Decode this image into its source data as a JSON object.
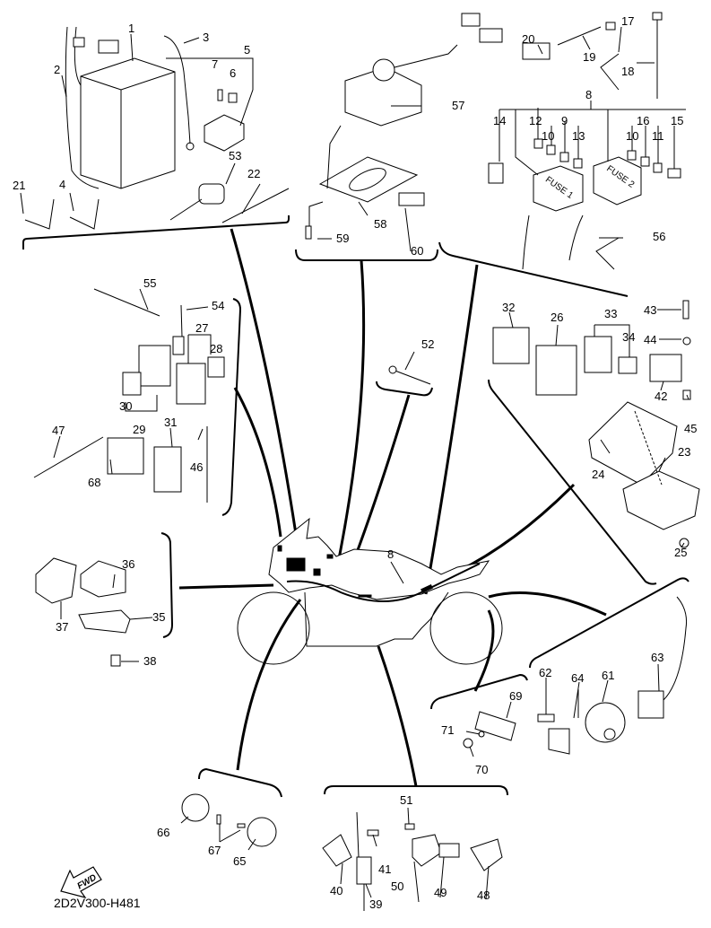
{
  "diagram": {
    "title": "Electrical parts exploded view",
    "drawing_code": "2D2V300-H481",
    "fwd_arrow_label": "FWD",
    "fuse_box_labels": [
      "FUSE 1",
      "FUSE 2"
    ],
    "harness_label": "8",
    "callouts": [
      {
        "id": "1",
        "part": "battery"
      },
      {
        "id": "2",
        "part": "battery-breather-hose-lead"
      },
      {
        "id": "3",
        "part": "battery-lead"
      },
      {
        "id": "4",
        "part": "band"
      },
      {
        "id": "5",
        "part": "starter-relay-assembly"
      },
      {
        "id": "6",
        "part": "fuse"
      },
      {
        "id": "7",
        "part": "bolt"
      },
      {
        "id": "8",
        "part": "wire-harness"
      },
      {
        "id": "9",
        "part": "fuse"
      },
      {
        "id": "10",
        "part": "fuse"
      },
      {
        "id": "11",
        "part": "fuse"
      },
      {
        "id": "12",
        "part": "fuse"
      },
      {
        "id": "13",
        "part": "fuse"
      },
      {
        "id": "14",
        "part": "connector"
      },
      {
        "id": "15",
        "part": "connector"
      },
      {
        "id": "16",
        "part": "fuse"
      },
      {
        "id": "17",
        "part": "band"
      },
      {
        "id": "18",
        "part": "band"
      },
      {
        "id": "19",
        "part": "band"
      },
      {
        "id": "20",
        "part": "relay"
      },
      {
        "id": "21",
        "part": "band"
      },
      {
        "id": "22",
        "part": "band"
      },
      {
        "id": "23",
        "part": "ecu"
      },
      {
        "id": "24",
        "part": "cover"
      },
      {
        "id": "25",
        "part": "nut"
      },
      {
        "id": "26",
        "part": "relay"
      },
      {
        "id": "27",
        "part": "relay-assembly"
      },
      {
        "id": "28",
        "part": "relay-cover"
      },
      {
        "id": "29",
        "part": "relay-assembly"
      },
      {
        "id": "30",
        "part": "relay-cover"
      },
      {
        "id": "31",
        "part": "relay"
      },
      {
        "id": "32",
        "part": "relay"
      },
      {
        "id": "33",
        "part": "relay-assembly"
      },
      {
        "id": "34",
        "part": "cover"
      },
      {
        "id": "35",
        "part": "holder"
      },
      {
        "id": "36",
        "part": "sensor"
      },
      {
        "id": "37",
        "part": "cover"
      },
      {
        "id": "38",
        "part": "bolt"
      },
      {
        "id": "39",
        "part": "switch"
      },
      {
        "id": "40",
        "part": "bracket"
      },
      {
        "id": "41",
        "part": "bolt"
      },
      {
        "id": "42",
        "part": "sensor"
      },
      {
        "id": "43",
        "part": "screw"
      },
      {
        "id": "44",
        "part": "washer"
      },
      {
        "id": "45",
        "part": "collar"
      },
      {
        "id": "46",
        "part": "band"
      },
      {
        "id": "47",
        "part": "band"
      },
      {
        "id": "48",
        "part": "bracket"
      },
      {
        "id": "49",
        "part": "switch"
      },
      {
        "id": "50",
        "part": "plate"
      },
      {
        "id": "51",
        "part": "screw"
      },
      {
        "id": "52",
        "part": "band"
      },
      {
        "id": "53",
        "part": "socket"
      },
      {
        "id": "54",
        "part": "lead"
      },
      {
        "id": "55",
        "part": "band"
      },
      {
        "id": "56",
        "part": "band"
      },
      {
        "id": "57",
        "part": "buzzer"
      },
      {
        "id": "58",
        "part": "bracket"
      },
      {
        "id": "59",
        "part": "bolt"
      },
      {
        "id": "60",
        "part": "damper"
      },
      {
        "id": "61",
        "part": "throttle-position-sensor"
      },
      {
        "id": "62",
        "part": "screw"
      },
      {
        "id": "63",
        "part": "connector"
      },
      {
        "id": "64",
        "part": "lead"
      },
      {
        "id": "65",
        "part": "horn"
      },
      {
        "id": "66",
        "part": "horn"
      },
      {
        "id": "67",
        "part": "bolt"
      },
      {
        "id": "68",
        "part": "relay"
      },
      {
        "id": "69",
        "part": "reflector"
      },
      {
        "id": "70",
        "part": "nut"
      },
      {
        "id": "71",
        "part": "washer"
      }
    ]
  }
}
